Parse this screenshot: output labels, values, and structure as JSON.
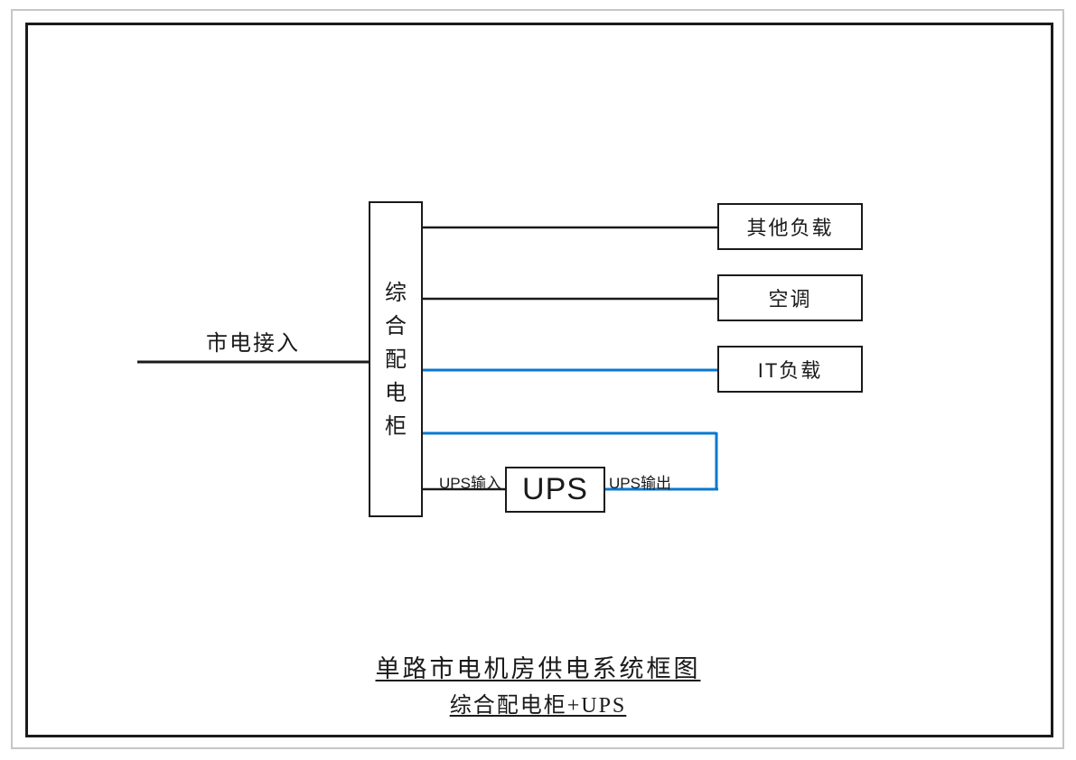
{
  "colors": {
    "line_black": "#1a1a1a",
    "line_blue": "#0778d2",
    "frame_outer": "#c6c6c6",
    "frame_inner": "#1a1a1a"
  },
  "diagram": {
    "mains_label": "市电接入",
    "cabinet": {
      "label": "综合配电柜",
      "chars": [
        "综",
        "合",
        "配",
        "电",
        "柜"
      ]
    },
    "loads": [
      {
        "label": "其他负载"
      },
      {
        "label": "空调"
      },
      {
        "label": "IT负载"
      }
    ],
    "ups": {
      "label": "UPS",
      "input_label": "UPS输入",
      "output_label": "UPS输出"
    },
    "caption": {
      "title": "单路市电机房供电系统框图",
      "subtitle": "综合配电柜+UPS"
    },
    "connections": [
      {
        "from": "市电接入",
        "to": "综合配电柜",
        "color": "black"
      },
      {
        "from": "综合配电柜",
        "to": "其他负载",
        "color": "black"
      },
      {
        "from": "综合配电柜",
        "to": "空调",
        "color": "black"
      },
      {
        "from": "综合配电柜",
        "to": "IT负载",
        "color": "blue"
      },
      {
        "from": "综合配电柜",
        "to": "UPS",
        "label": "UPS输入",
        "color": "black"
      },
      {
        "from": "UPS",
        "to": "综合配电柜",
        "label": "UPS输出",
        "color": "blue"
      }
    ]
  }
}
